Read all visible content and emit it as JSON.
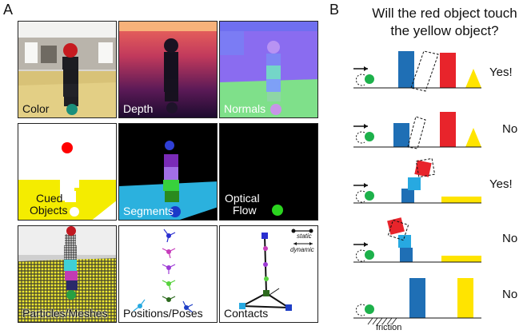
{
  "panel_a": {
    "letter": "A",
    "tiles": {
      "color": "Color",
      "depth": "Depth",
      "normals": "Normals",
      "cued_line1": "Cued",
      "cued_line2": "Objects",
      "segments": "Segments",
      "flow_line1": "Optical",
      "flow_line2": "Flow",
      "particles": "Particles/Meshes",
      "positions": "Positions/Poses",
      "contacts": "Contacts",
      "legend_static": "static",
      "legend_dynamic": "dynamic"
    }
  },
  "panel_b": {
    "letter": "B",
    "question_line1": "Will the red object touch",
    "question_line2": "the yellow object?",
    "rows": [
      {
        "answer": "Yes!"
      },
      {
        "answer": "No"
      },
      {
        "answer": "Yes!"
      },
      {
        "answer": "No"
      },
      {
        "answer": "No"
      }
    ],
    "friction_label": "friction"
  },
  "colors": {
    "blue": "#1f6fb5",
    "red": "#e8242b",
    "yellow": "#ffe400",
    "green": "#1db14b",
    "lightblue": "#27a9e1"
  }
}
